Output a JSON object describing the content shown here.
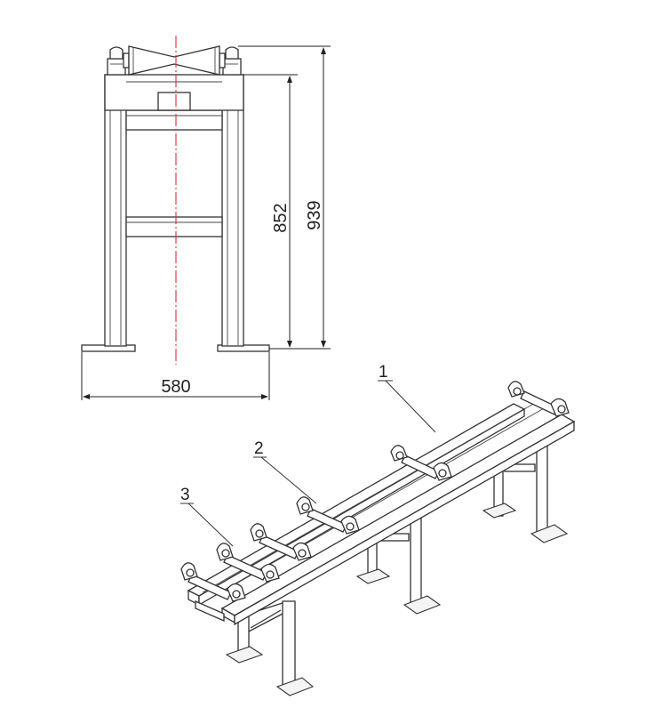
{
  "dimensions": {
    "width_label": "580",
    "height_inner_label": "852",
    "height_outer_label": "939"
  },
  "callouts": {
    "item1": "1",
    "item2": "2",
    "item3": "3"
  },
  "colors": {
    "centerline": "#e03030",
    "line": "#333333"
  }
}
